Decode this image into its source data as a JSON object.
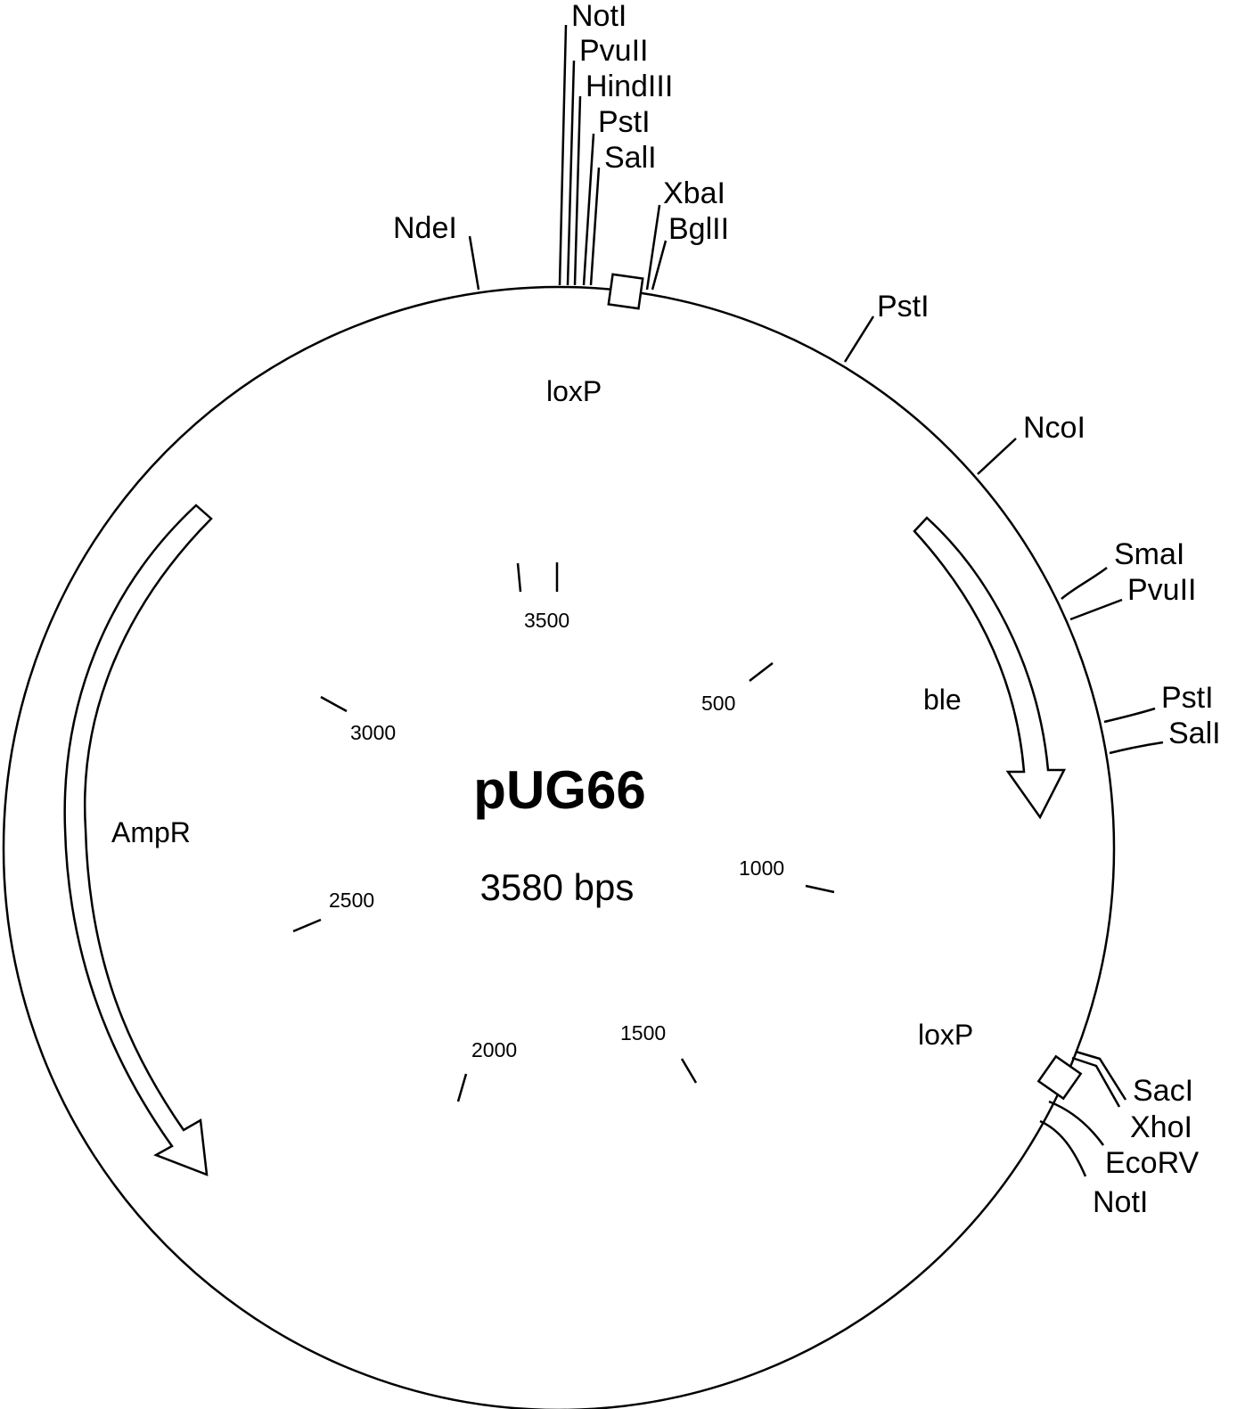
{
  "plasmid": {
    "name": "pUG66",
    "size_label": "3580 bps"
  },
  "features": {
    "loxp_top": "loxP",
    "loxp_bottom": "loxP",
    "ble": "ble",
    "ampr": "AmpR"
  },
  "ticks": [
    "500",
    "1000",
    "1500",
    "2000",
    "2500",
    "3000",
    "3500"
  ],
  "sites": {
    "not1_top": "NotI",
    "pvu2_top": "PvuII",
    "hind3": "HindIII",
    "pst1_top": "PstI",
    "sal1_top": "SalI",
    "xba1": "XbaI",
    "bgl2": "BglII",
    "nde1": "NdeI",
    "pst1_right": "PstI",
    "nco1": "NcoI",
    "sma1": "SmaI",
    "pvu2_right": "PvuII",
    "pst1_mid": "PstI",
    "sal1_mid": "SalI",
    "sac1": "SacI",
    "xho1": "XhoI",
    "ecorv": "EcoRV",
    "not1_bottom": "NotI"
  }
}
